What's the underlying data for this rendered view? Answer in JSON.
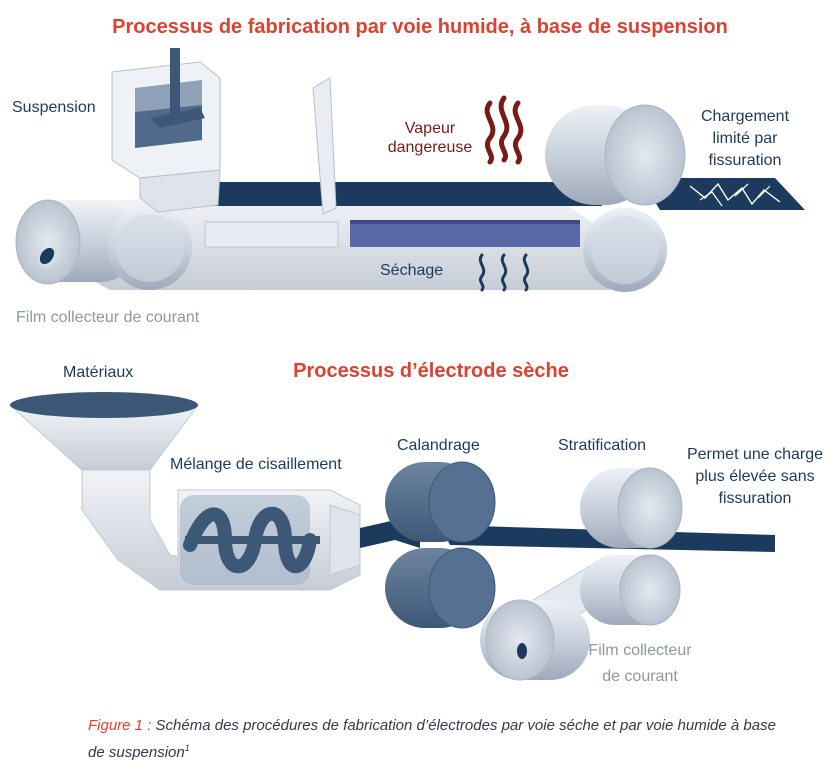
{
  "wet_process": {
    "title": "Processus de fabrication par voie humide, à base de suspension",
    "labels": {
      "suspension": "Suspension",
      "vapor_line1": "Vapeur",
      "vapor_line2": "dangereuse",
      "drying": "Séchage",
      "limited_line1": "Chargement",
      "limited_line2": "limité par",
      "limited_line3": "fissuration",
      "collector_film": "Film collecteur de courant"
    }
  },
  "dry_process": {
    "title": "Processus d’électrode sèche",
    "labels": {
      "materials": "Matériaux",
      "shear_mixing": "Mélange de cisaillement",
      "calendering": "Calandrage",
      "lamination": "Stratification",
      "higher_line1": "Permet une charge",
      "higher_line2": "plus élevée sans",
      "higher_line3": "fissuration",
      "collector_line1": "Film collecteur",
      "collector_line2": "de courant"
    }
  },
  "caption": {
    "figure_label": "Figure 1 :",
    "text": "Schéma des procédures de fabrication d’électrodes par voie séche et par voie humide à base de suspension",
    "superscript": "1"
  },
  "colors": {
    "accent_red": "#e0412e",
    "navy": "#1c3a5e",
    "gray_label": "#8e97a3",
    "vapor_dark_red": "#7a1a17",
    "dryer_blue": "#5a68a8"
  }
}
